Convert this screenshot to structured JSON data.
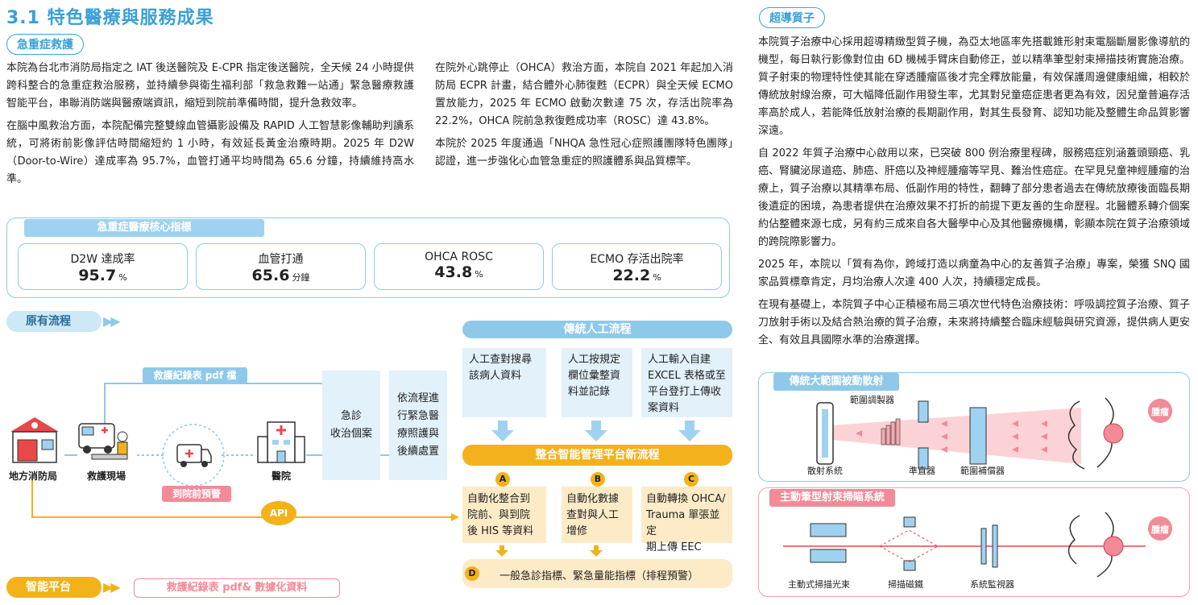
{
  "page": {
    "title": "3.1 特色醫療與服務成果"
  },
  "emergency": {
    "tag": "急重症救護",
    "col1": [
      "本院為台北市消防局指定之 IAT 後送醫院及 E-CPR 指定後送醫院，全天候 24 小時提供跨科整合的急重症救治服務，並持續參與衛生福利部「救急救難一站通」緊急醫療救護智能平台，串聯消防端與醫療端資訊，縮短到院前準備時間，提升急救效率。",
      "在腦中風救治方面，本院配備完整雙線血管攝影設備及 RAPID 人工智慧影像輔助判讀系統，可將術前影像評估時間縮短約 1 小時，有效延長黃金治療時期。2025 年 D2W（Door-to-Wire）達成率為 95.7%，血管打通平均時間為 65.6 分鐘，持續維持高水準。"
    ],
    "col2": [
      "在院外心跳停止（OHCA）救治方面，本院自 2021 年起加入消防局 ECPR 計畫，結合體外心肺復甦（ECPR）與全天候 ECMO 置放能力，2025 年 ECMO 啟動次數達 75 次，存活出院率為 22.2%，OHCA 院前急救復甦成功率（ROSC）達 43.8%。",
      "本院於 2025 年度通過「NHQA 急性冠心症照護團隊特色團隊」認證，進一步強化心血管急重症的照護體系與品質標竿。"
    ]
  },
  "kpi": {
    "title": "急重症醫療核心指標",
    "items": [
      {
        "label": "D2W 達成率",
        "value": "95.7",
        "unit": "%"
      },
      {
        "label": "血管打通",
        "value": "65.6",
        "unit": "分鐘"
      },
      {
        "label": "OHCA ROSC",
        "value": "43.8",
        "unit": "%"
      },
      {
        "label": "ECMO 存活出院率",
        "value": "22.2",
        "unit": "%"
      }
    ]
  },
  "flow": {
    "original_tab": "原有流程",
    "smart_tab": "智能平台",
    "smart_note": "救護紀錄表 pdf& 數據化資料",
    "pdf_label": "救護紀錄表 pdf 檔",
    "fire": "地方消防局",
    "scene": "救護現場",
    "hospital": "醫院",
    "prealert": "到院前預警",
    "api": "API",
    "er": "急診收治個案",
    "er_lines": [
      "急診",
      "收治個案"
    ],
    "process": "依流程進行緊急醫療照護與後續處置",
    "process_lines": [
      "依流程進",
      "行緊急醫",
      "療照護與",
      "後續處置"
    ],
    "traditional_title": "傳統人工流程",
    "traditional": [
      [
        "人工查對搜尋",
        "該病人資料"
      ],
      [
        "人工按規定",
        "欄位彙整資",
        "料並記錄"
      ],
      [
        "人工輸入自建",
        "EXCEL 表格或至",
        "平台登打上傳收",
        "案資料"
      ]
    ],
    "new_title": "整合智能管理平台新流程",
    "new": [
      {
        "badge": "A",
        "lines": [
          "自動化整合到",
          "院前、與到院",
          "後 HIS 等資料"
        ]
      },
      {
        "badge": "B",
        "lines": [
          "自動化數據",
          "查對與人工",
          "增修"
        ]
      },
      {
        "badge": "C",
        "lines": [
          "自動轉換 OHCA/",
          "Trauma 單張並定",
          "期上傳 EEC"
        ]
      }
    ],
    "d_badge": "D",
    "d_text": "一般急診指標、緊急量能指標（排程預警）"
  },
  "proton": {
    "tag": "超導質子",
    "paras": [
      "本院質子治療中心採用超導精緻型質子機，為亞太地區率先搭載錐形射束電腦斷層影像導航的機型，每日執行影像對位由 6D 機械手臂床自動修正，並以精準筆型射束掃描技術實施治療。質子射束的物理特性使其能在穿透腫瘤區後才完全釋放能量，有效保護周邊健康組織，相較於傳統放射線治療，可大幅降低副作用發生率，尤其對兒童癌症患者更為有效，因兒童普遍存活率高於成人，若能降低放射治療的長期副作用，對其生長發育、認知功能及整體生命品質影響深遠。",
      "自 2022 年質子治療中心啟用以來，已突破 800 例治療里程碑，服務癌症別涵蓋頭頸癌、乳癌、腎臟泌尿道癌、肺癌、肝癌以及神經腫瘤等罕見、難治性癌症。在罕見兒童神經腫瘤的治療上，質子治療以其精準布局、低副作用的特性，翻轉了部分患者過去在傳統放療後面臨長期後遺症的困境，為患者提供在治療效果不打折的前提下更友善的生命歷程。北醫體系轉介個案約佔整體來源七成，另有約三成來自各大醫學中心及其他醫療機構，彰顯本院在質子治療領域的跨院際影響力。",
      "2025 年，本院以「質有為你，跨域打造以病童為中心的友善質子治療」專案，榮獲 SNQ 國家品質標章肯定，月均治療人次達 400 人次，持續穩定成長。",
      "在現有基礎上，本院質子中心正積極布局三項次世代特色治療技術：呼吸調控質子治療、質子刀放射手術以及結合熱治療的質子治療，未來將持續整合臨床經驗與研究資源，提供病人更安全、有效且具國際水準的治療選擇。"
    ],
    "panel1": {
      "title": "傳統大範圍被動散射",
      "range_modulator": "範圍調製器",
      "scatter": "散射系統",
      "collimator": "準直器",
      "compensator": "範圍補償器",
      "tumor": "腫瘤"
    },
    "panel2": {
      "title": "主動筆型射束掃瞄系統",
      "beam": "主動式掃描光束",
      "magnet": "掃描磁鐵",
      "monitor": "系統監視器",
      "tumor": "腫瘤"
    }
  },
  "colors": {
    "accent": "#3aa0d8",
    "light_blue": "#8ec9ea",
    "yellow": "#f3b21b",
    "pink": "#f28a98"
  }
}
